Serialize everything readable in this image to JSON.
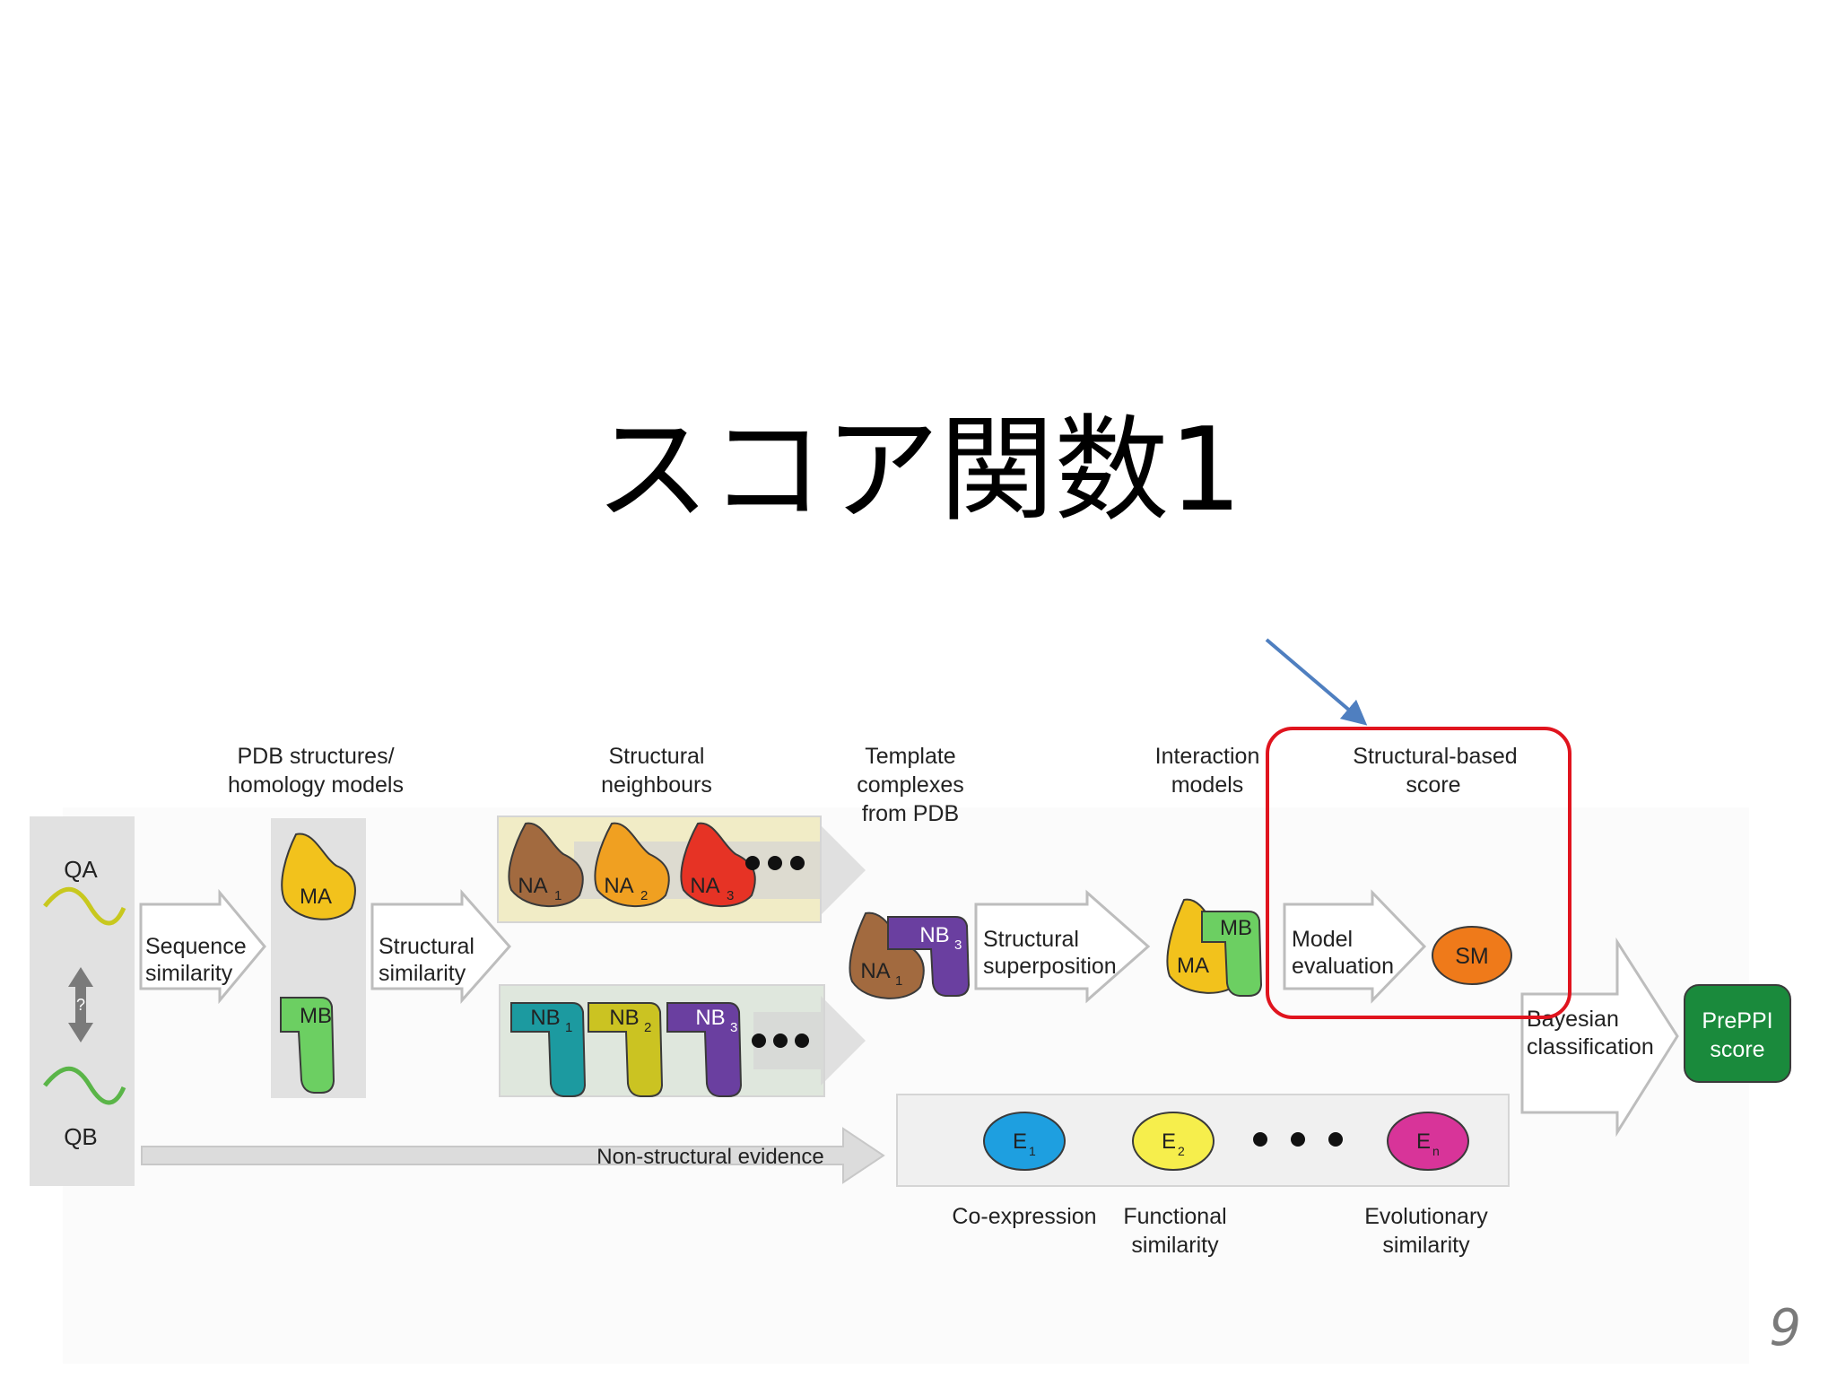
{
  "slide": {
    "title": "スコア関数1",
    "page_number": "9"
  },
  "diagram": {
    "query": {
      "qa": "QA",
      "qb": "QB",
      "question_mark": "?"
    },
    "steps": {
      "sequence_similarity": [
        "Sequence",
        "similarity"
      ],
      "structural_similarity": [
        "Structural",
        "similarity"
      ],
      "structural_superposition": [
        "Structural",
        "superposition"
      ],
      "model_evaluation": [
        "Model",
        "evaluation"
      ],
      "bayesian_classification": [
        "Bayesian",
        "classification"
      ],
      "non_structural_evidence": "Non-structural evidence"
    },
    "headers": {
      "pdb_structures": [
        "PDB structures/",
        "homology models"
      ],
      "structural_neighbours": [
        "Structural",
        "neighbours"
      ],
      "template_complexes": [
        "Template",
        "complexes",
        "from PDB"
      ],
      "interaction_models": [
        "Interaction",
        "models"
      ],
      "structural_based_score": [
        "Structural-based",
        "score"
      ]
    },
    "shapes": {
      "ma": "MA",
      "mb": "MB",
      "na": "NA",
      "nb": "NB",
      "sm": "SM",
      "e": "E",
      "sub_1": "1",
      "sub_2": "2",
      "sub_3": "3",
      "sub_n": "n"
    },
    "evidence_labels": {
      "coexpression": "Co-expression",
      "functional": [
        "Functional",
        "similarity"
      ],
      "evolutionary": [
        "Evolutionary",
        "similarity"
      ]
    },
    "result": [
      "PrePPI",
      "score"
    ],
    "colors": {
      "highlight_box": "#e0141e",
      "pointer_arrow": "#4f7fc0",
      "result_box": "#1a8a3c",
      "sm_oval": "#ef7a1a"
    }
  }
}
